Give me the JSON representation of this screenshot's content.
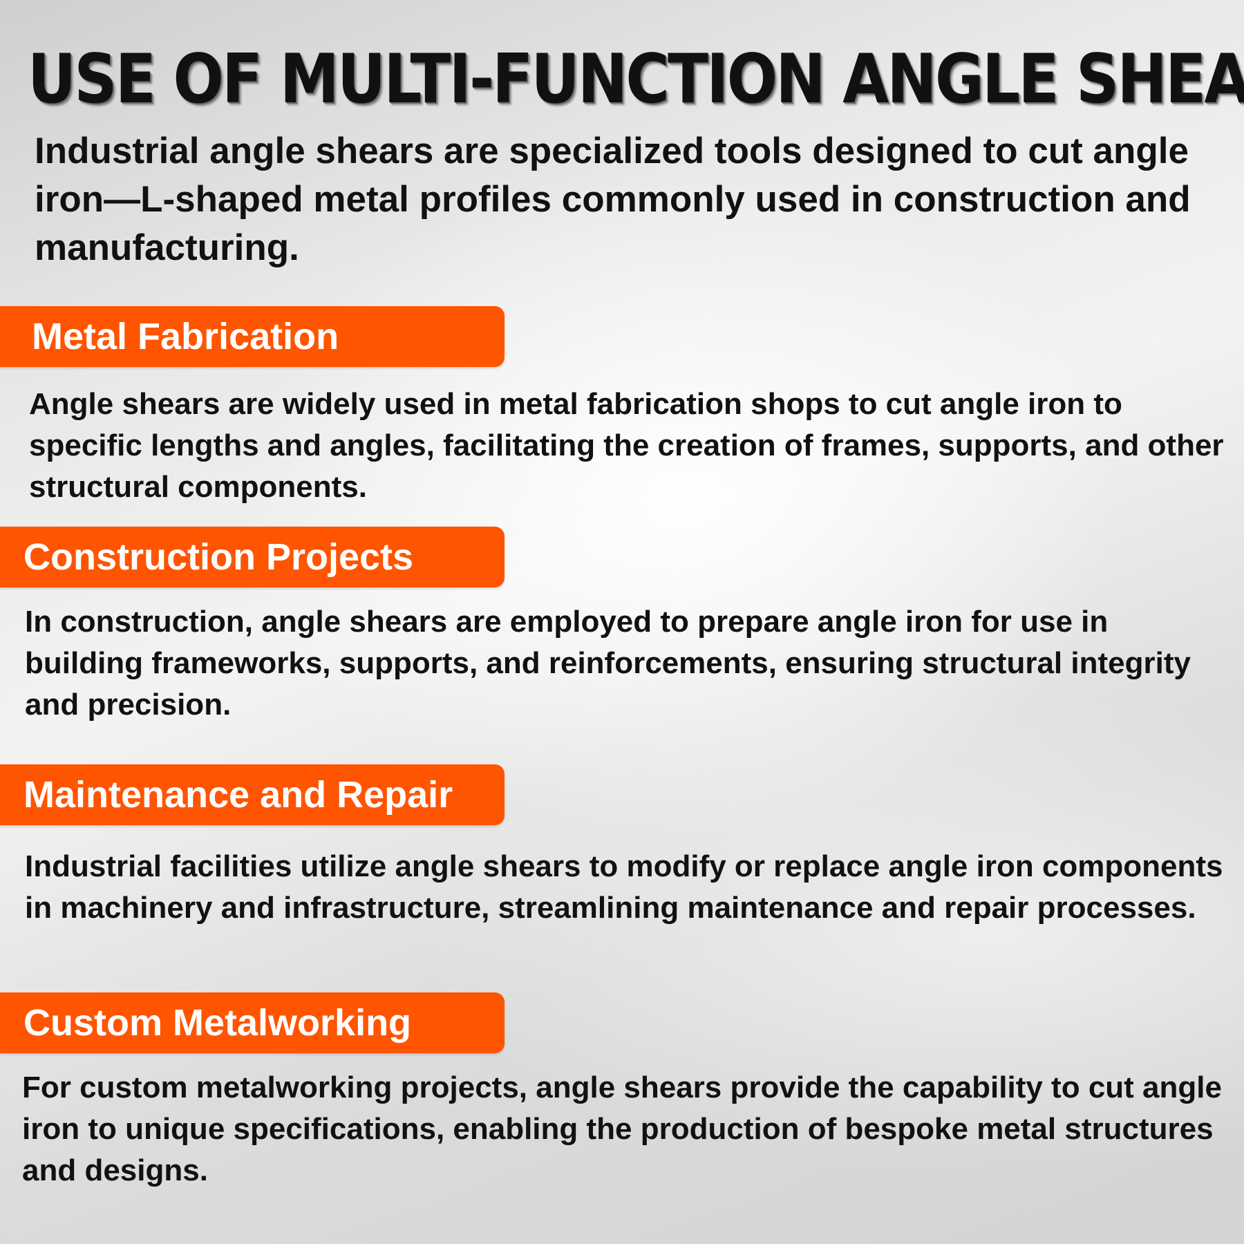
{
  "title": "USE OF MULTI-FUNCTION ANGLE SHEAR",
  "intro": "Industrial angle shears are specialized tools designed to cut angle iron—L-shaped metal profiles commonly used in construction and manufacturing.",
  "sections": [
    {
      "heading": "Metal Fabrication",
      "body": "Angle shears are widely used in metal fabrication shops to cut angle iron to specific lengths and angles, facilitating the creation of frames, supports, and other structural components."
    },
    {
      "heading": "Construction Projects",
      "body": "In construction, angle shears are employed to prepare angle iron for use in building frameworks, supports, and reinforcements, ensuring structural integrity and precision."
    },
    {
      "heading": "Maintenance and Repair",
      "body": "Industrial facilities utilize angle shears to modify or replace angle iron components in machinery and infrastructure, streamlining maintenance and repair processes."
    },
    {
      "heading": "Custom Metalworking",
      "body": "For custom metalworking projects, angle shears provide the capability to cut angle iron to unique specifications, enabling the production of bespoke metal structures and designs."
    }
  ],
  "colors": {
    "accent": "#ff5500",
    "text": "#111111",
    "banner_text": "#ffffff"
  }
}
